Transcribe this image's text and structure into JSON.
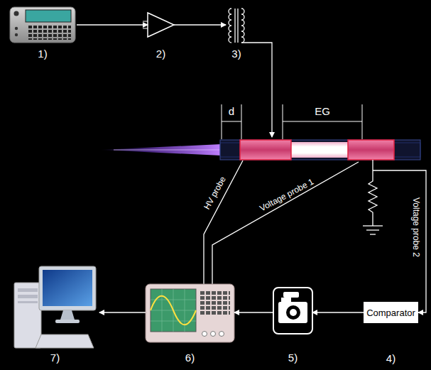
{
  "diagram": {
    "nodes": [
      {
        "text": [
          "1)"
        ]
      },
      {
        "text": [
          "2)"
        ]
      },
      {
        "text": [
          "3)"
        ]
      },
      {
        "text": [
          "Comparator",
          "4)"
        ]
      },
      {
        "text": [
          "5)"
        ]
      },
      {
        "text": [
          "6)"
        ]
      },
      {
        "text": [
          "7)"
        ]
      }
    ],
    "edges": [
      {
        "from": 0,
        "to": 1,
        "arrow": "to"
      },
      {
        "from": 1,
        "to": 2,
        "arrow": "to"
      },
      {
        "from": 3,
        "to": 4,
        "arrow": "to"
      },
      {
        "from": 4,
        "to": 5,
        "arrow": "to"
      },
      {
        "from": 5,
        "to": 6,
        "arrow": "to"
      }
    ],
    "labels": [
      "d",
      "EG",
      "HV probe",
      "Voltage probe 1",
      "Voltage probe 2"
    ]
  }
}
